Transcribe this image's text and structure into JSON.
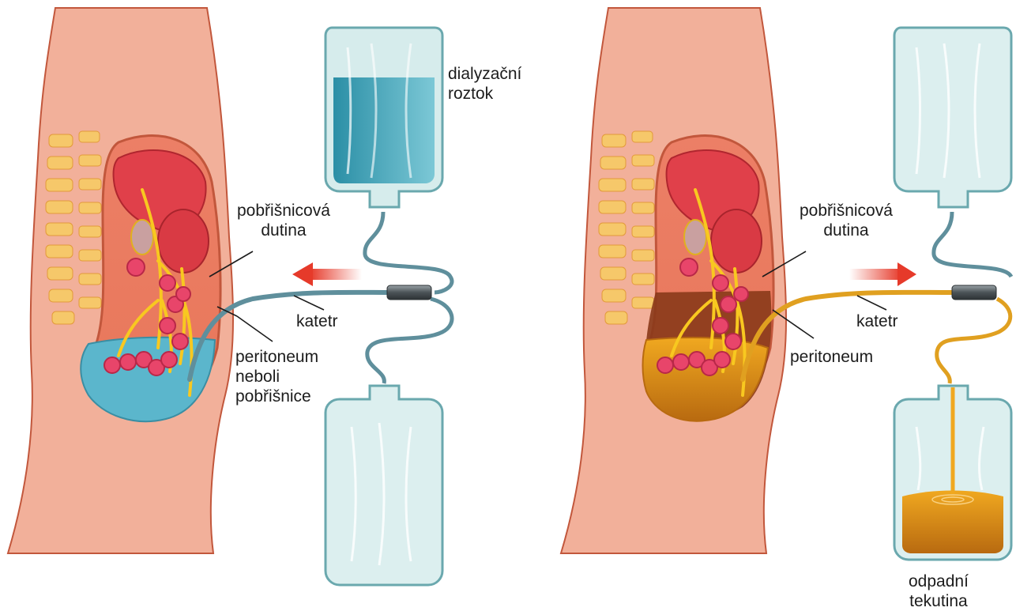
{
  "left_panel": {
    "dialysis_solution_label": "dialyzační\nroztok",
    "peritoneal_cavity_label": "pobřišnicová\ndutina",
    "catheter_label": "katetr",
    "peritoneum_label": "peritoneum\nneboli\npobřišnice",
    "flow_direction": "into-body",
    "arrow_color": "#e63a2a",
    "fluid_color": "#4fb0c6"
  },
  "right_panel": {
    "peritoneal_cavity_label": "pobřišnicová\ndutina",
    "catheter_label": "katetr",
    "peritoneum_label": "peritoneum",
    "waste_fluid_label": "odpadní\ntekutina",
    "flow_direction": "out-of-body",
    "arrow_color": "#e63a2a",
    "fluid_color": "#c97a12"
  },
  "colors": {
    "skin": "#f2b09a",
    "skin_outline": "#c2573c",
    "spine": "#f6c86a",
    "organ": "#e0404a",
    "nerve": "#f8c820",
    "bag": "#d6ecec",
    "bag_outline": "#6aa8ae",
    "tube_blue": "#5f8f9c",
    "tube_amber": "#e0a020"
  }
}
